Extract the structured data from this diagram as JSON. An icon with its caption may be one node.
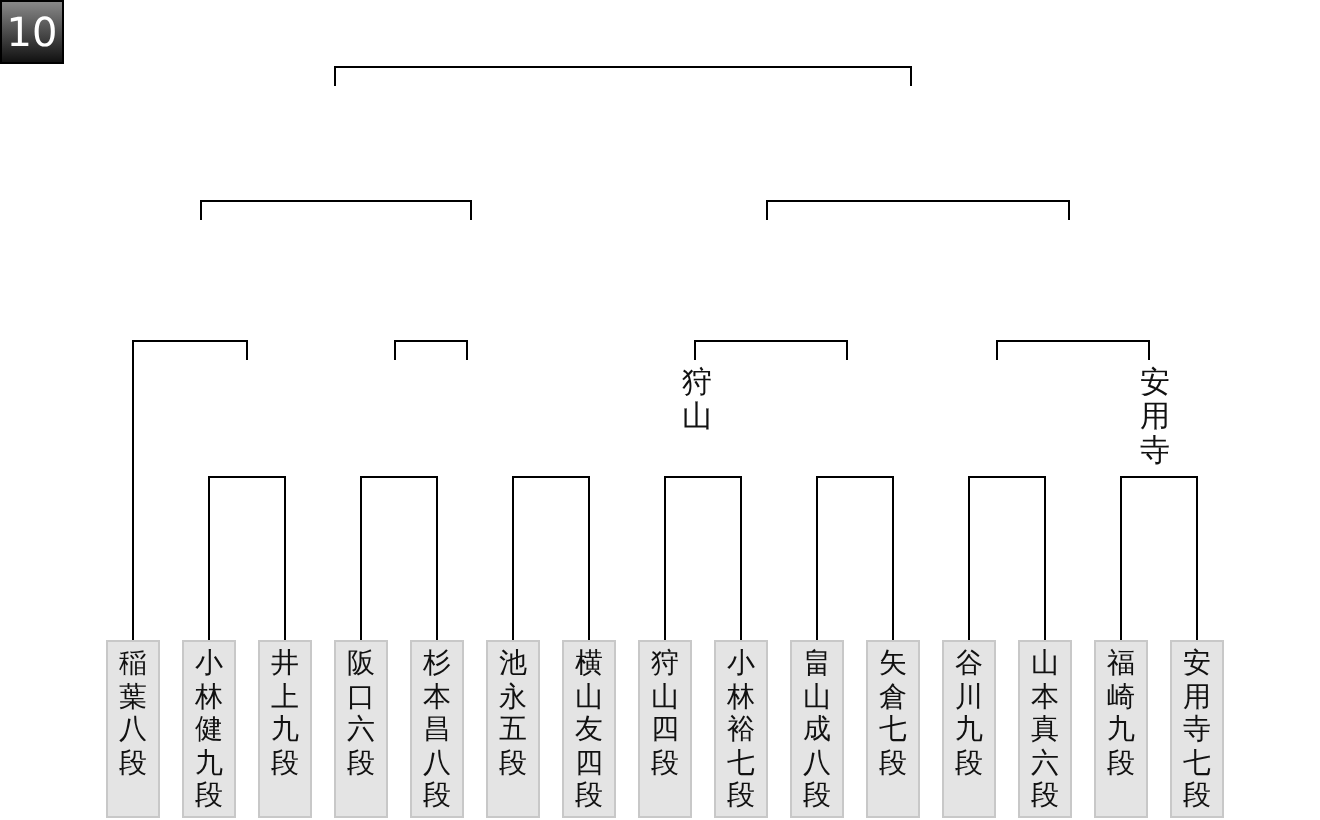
{
  "diagram": {
    "nodes": [
      {
        "text": [
          "稲葉八段"
        ]
      },
      {
        "text": [
          "小林健九段"
        ]
      },
      {
        "text": [
          "井上九段"
        ]
      },
      {
        "text": [
          "阪口六段"
        ]
      },
      {
        "text": [
          "杉本昌八段"
        ]
      },
      {
        "text": [
          "池永五段"
        ]
      },
      {
        "text": [
          "横山友四段"
        ]
      },
      {
        "text": [
          "狩山四段"
        ]
      },
      {
        "text": [
          "小林裕七段"
        ]
      },
      {
        "text": [
          "畠山成八段"
        ]
      },
      {
        "text": [
          "矢倉七段"
        ]
      },
      {
        "text": [
          "谷川九段"
        ]
      },
      {
        "text": [
          "山本真六段"
        ]
      },
      {
        "text": [
          "福崎九段"
        ]
      },
      {
        "text": [
          "安用寺七段"
        ]
      }
    ],
    "edges": [
      {
        "from": 1,
        "to": 2,
        "arrow": "none"
      },
      {
        "from": 3,
        "to": 4,
        "arrow": "none"
      },
      {
        "from": 5,
        "to": 6,
        "arrow": "none"
      },
      {
        "from": 7,
        "to": 8,
        "arrow": "none"
      },
      {
        "from": 9,
        "to": 10,
        "arrow": "none"
      },
      {
        "from": 11,
        "to": 12,
        "arrow": "none"
      },
      {
        "from": 13,
        "to": 14,
        "arrow": "none"
      }
    ],
    "labels": [
      "10",
      "狩山",
      "安用寺"
    ]
  }
}
